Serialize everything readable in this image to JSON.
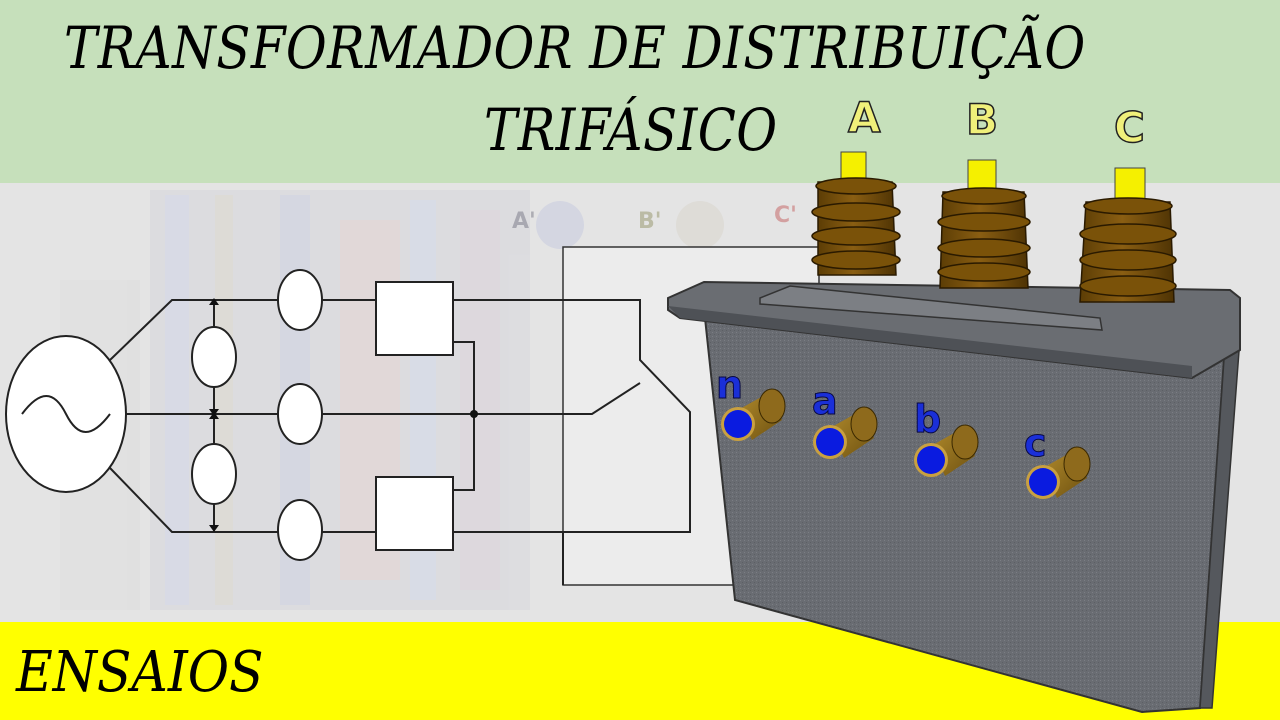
{
  "title": {
    "line1": "TRANSFORMADOR DE DISTRIBUIÇÃO",
    "line2": "TRIFÁSICO"
  },
  "footer": {
    "label": "ENSAIOS"
  },
  "transformer": {
    "high_voltage_terminals": [
      "A",
      "B",
      "C"
    ],
    "low_voltage_terminals": [
      "n",
      "a",
      "b",
      "c"
    ],
    "background_labels": [
      "A'",
      "B'",
      "C'"
    ],
    "colors": {
      "tank": "#6b6e73",
      "bushing": "#7a5209",
      "bushing_cap": "#f5f000",
      "hv_label": "#f0f07a",
      "lv_terminal": "#0a1be0",
      "lv_label": "#1a2fd8",
      "top_band": "#c6e0bb",
      "bottom_band": "#ffff00"
    }
  },
  "circuit": {
    "icons": [
      "ac-source-icon",
      "meter-icon",
      "wattmeter-icon"
    ]
  }
}
